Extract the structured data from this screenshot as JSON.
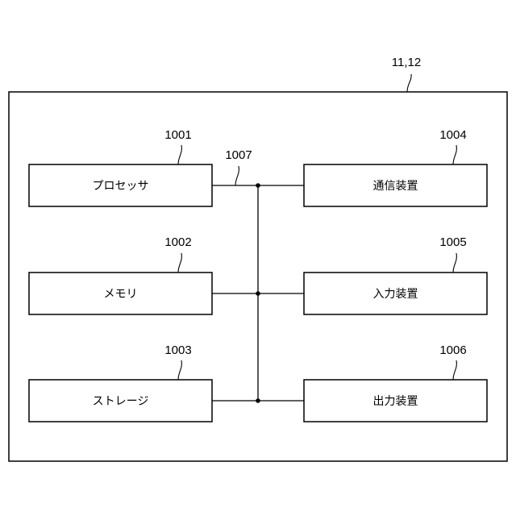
{
  "outer": {
    "ref": "11,12"
  },
  "bus": {
    "ref": "1007"
  },
  "components": [
    {
      "ref": "1001",
      "label": "プロセッサ"
    },
    {
      "ref": "1002",
      "label": "メモリ"
    },
    {
      "ref": "1003",
      "label": "ストレージ"
    },
    {
      "ref": "1004",
      "label": "通信装置"
    },
    {
      "ref": "1005",
      "label": "入力装置"
    },
    {
      "ref": "1006",
      "label": "出力装置"
    }
  ]
}
